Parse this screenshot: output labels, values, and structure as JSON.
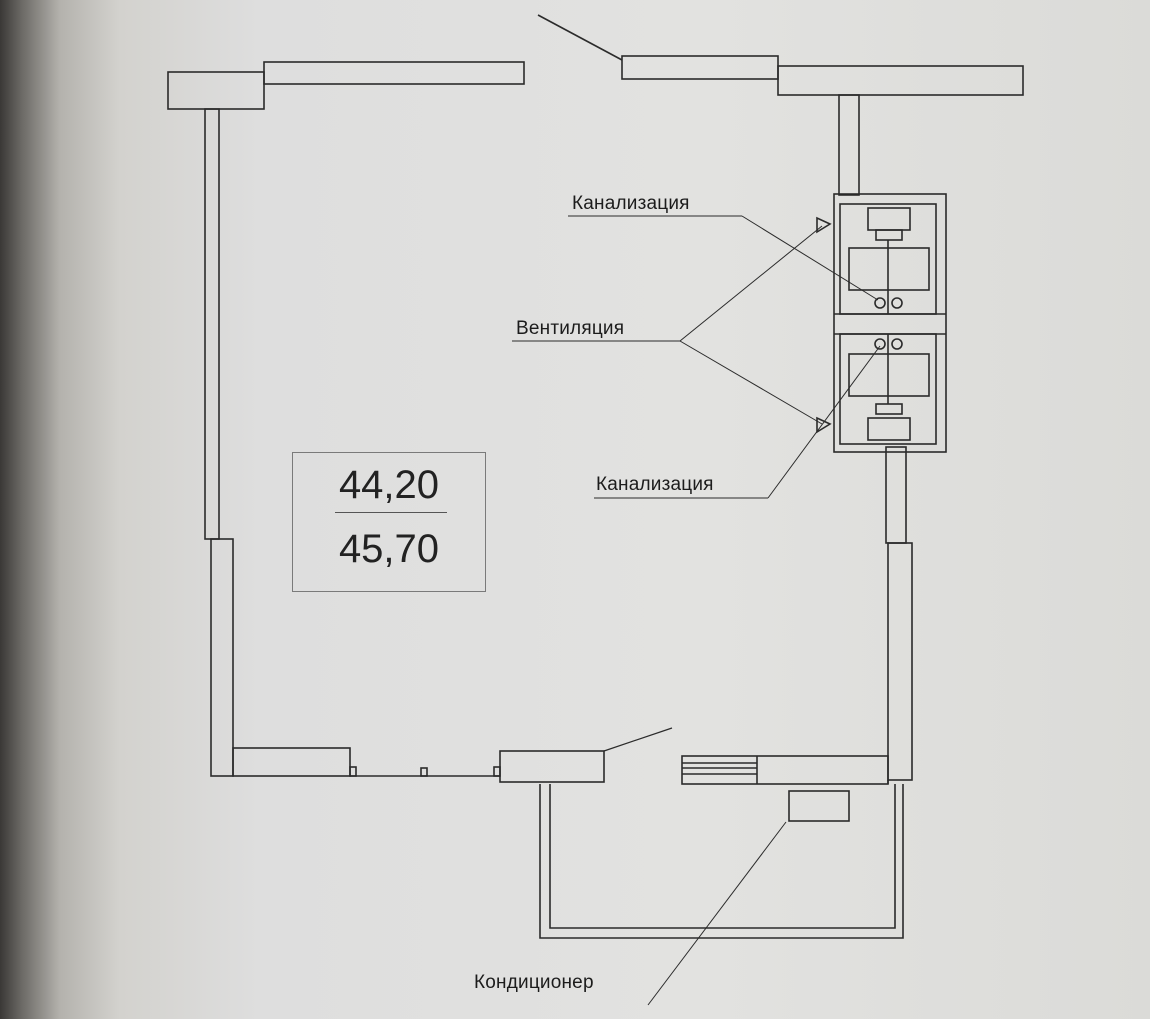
{
  "labels": {
    "sewage_top": "Канализация",
    "ventilation": "Вентиляция",
    "sewage_bottom": "Канализация",
    "air_conditioner": "Кондиционер"
  },
  "area": {
    "living": "44,20",
    "total": "45,70"
  },
  "colors": {
    "paper": "#e0e0de",
    "line": "#2a2a2a",
    "shadow": "#3a3836"
  }
}
